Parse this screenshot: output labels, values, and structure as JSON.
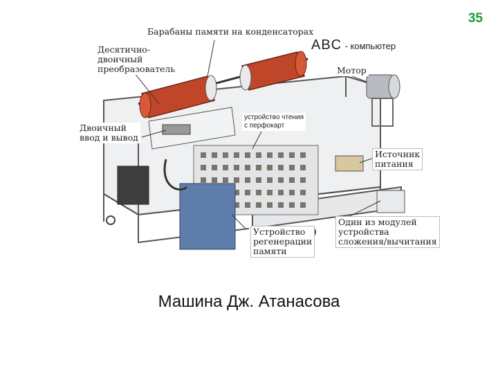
{
  "slide_number": "35",
  "caption": "Машина Дж. Атанасова",
  "figure": {
    "abc_name": "ABC",
    "abc_suffix": "- компьютер",
    "labels": {
      "memory_drums": "Барабаны памяти на конденсаторах",
      "converter": "Десятично-\nдвоичный\nпреобразователь",
      "motor": "Мотор",
      "card_reader": "устройство чтения\nс перфокарт",
      "binary_io": "Двоичный\nввод и вывод",
      "power_supply": "Источник\nпитания",
      "regeneration": "Устройство\nрегенерации\nпамяти",
      "adder_module": "Один из модулей\nустройства\nсложения/вычитания"
    }
  }
}
